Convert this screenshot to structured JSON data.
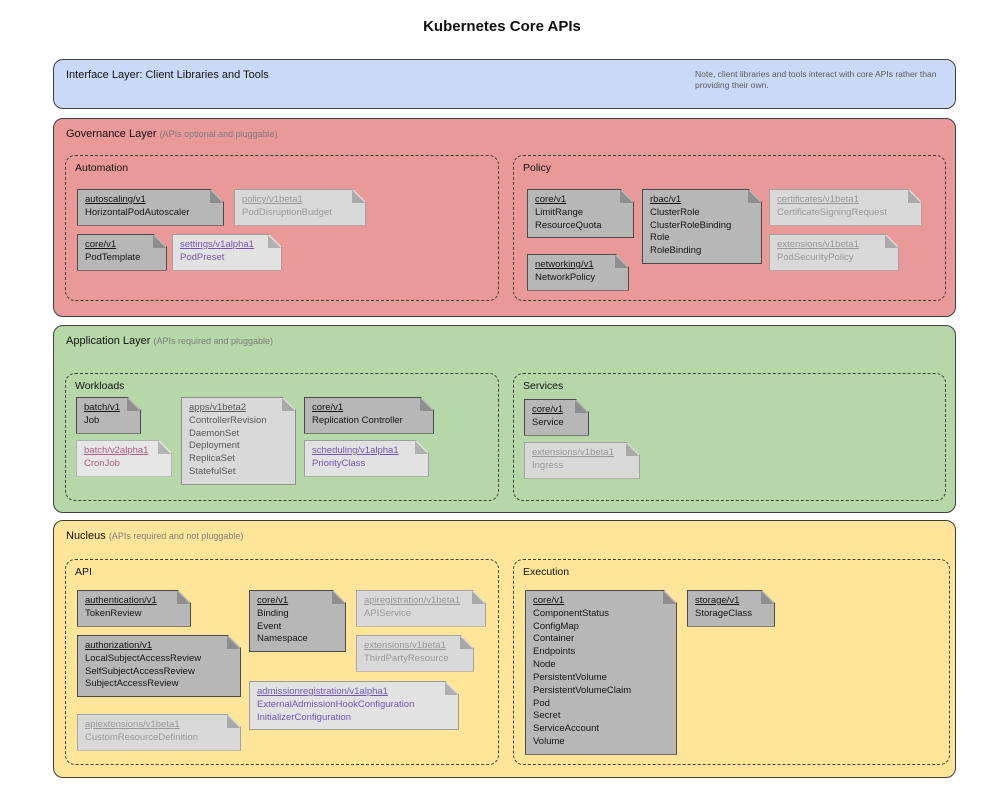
{
  "title": "Kubernetes Core APIs",
  "palette": {
    "interface_bg": "#c9daf8",
    "governance_bg": "#ea9999",
    "application_bg": "#b6d7a8",
    "nucleus_bg": "#ffe599",
    "ga_card_bg": "#b7b7b7",
    "beta_card_bg": "#d9d9d9",
    "alpha_text": "#7155b5",
    "alpha_pink_text": "#b05c80",
    "beta_text": "#999999"
  },
  "layers": {
    "interface": {
      "label": "Interface Layer: Client Libraries and Tools",
      "note": "Note, client libraries and tools interact with core APIs rather than providing their own."
    },
    "governance": {
      "label": "Governance Layer",
      "sublabel": "(APIs optional and pluggable)",
      "sections": {
        "automation": {
          "label": "Automation",
          "cards": {
            "autoscaling": {
              "api": "autoscaling/v1",
              "resources": [
                "HorizontalPodAutoscaler"
              ]
            },
            "policy": {
              "api": "policy/v1beta1",
              "resources": [
                "PodDisruptionBudget"
              ]
            },
            "core": {
              "api": "core/v1",
              "resources": [
                "PodTemplate"
              ]
            },
            "settings": {
              "api": "settings/v1alpha1",
              "resources": [
                "PodPreset"
              ]
            }
          }
        },
        "policy": {
          "label": "Policy",
          "cards": {
            "core": {
              "api": "core/v1",
              "resources": [
                "LimitRange",
                "ResourceQuota"
              ]
            },
            "rbac": {
              "api": "rbac/v1",
              "resources": [
                "ClusterRole",
                "ClusterRoleBinding",
                "Role",
                "RoleBinding"
              ]
            },
            "certificates": {
              "api": "certificates/v1beta1",
              "resources": [
                "CertificateSigningRequest"
              ]
            },
            "networking": {
              "api": "networking/v1",
              "resources": [
                "NetworkPolicy"
              ]
            },
            "extensions": {
              "api": "extensions/v1beta1",
              "resources": [
                "PodSecurityPolicy"
              ]
            }
          }
        }
      }
    },
    "application": {
      "label": "Application Layer",
      "sublabel": "(APIs required and pluggable)",
      "sections": {
        "workloads": {
          "label": "Workloads",
          "cards": {
            "batch": {
              "api": "batch/v1",
              "resources": [
                "Job"
              ]
            },
            "apps": {
              "api": "apps/v1beta2",
              "resources": [
                "ControllerRevision",
                "DaemonSet",
                "Deployment",
                "ReplicaSet",
                "StatefulSet"
              ]
            },
            "core": {
              "api": "core/v1",
              "resources": [
                "Replication Controller"
              ]
            },
            "batch2": {
              "api": "batch/v2alpha1",
              "resources": [
                "CronJob"
              ]
            },
            "scheduling": {
              "api": "scheduling/v1alpha1",
              "resources": [
                "PriorityClass"
              ]
            }
          }
        },
        "services": {
          "label": "Services",
          "cards": {
            "core": {
              "api": "core/v1",
              "resources": [
                "Service"
              ]
            },
            "extensions": {
              "api": "extensions/v1beta1",
              "resources": [
                "Ingress"
              ]
            }
          }
        }
      }
    },
    "nucleus": {
      "label": "Nucleus",
      "sublabel": "(APIs required and not pluggable)",
      "sections": {
        "api": {
          "label": "API",
          "cards": {
            "authentication": {
              "api": "authentication/v1",
              "resources": [
                "TokenReview"
              ]
            },
            "authorization": {
              "api": "authorization/v1",
              "resources": [
                "LocalSubjectAccessReview",
                "SelfSubjectAccessReview",
                "SubjectAccessReview"
              ]
            },
            "core": {
              "api": "core/v1",
              "resources": [
                "Binding",
                "Event",
                "Namespace"
              ]
            },
            "apiregistration": {
              "api": "apiregistration/v1beta1",
              "resources": [
                "APIService"
              ]
            },
            "extensions": {
              "api": "extensions/v1beta1",
              "resources": [
                "ThirdPartyResource"
              ]
            },
            "apiextensions": {
              "api": "apiextensions/v1beta1",
              "resources": [
                "CustomResourceDefinition"
              ]
            },
            "admissionregistration": {
              "api": "admissionregistration/v1alpha1",
              "resources": [
                "ExternalAdmissionHookConfiguration",
                "InitializerConfiguration"
              ]
            }
          }
        },
        "execution": {
          "label": "Execution",
          "cards": {
            "core": {
              "api": "core/v1",
              "resources": [
                "ComponentStatus",
                "ConfigMap",
                "Container",
                "Endpoints",
                "Node",
                "PersistentVolume",
                "PersistentVolumeClaim",
                "Pod",
                "Secret",
                "ServiceAccount",
                "Volume"
              ]
            },
            "storage": {
              "api": "storage/v1",
              "resources": [
                "StorageClass"
              ]
            }
          }
        }
      }
    }
  }
}
